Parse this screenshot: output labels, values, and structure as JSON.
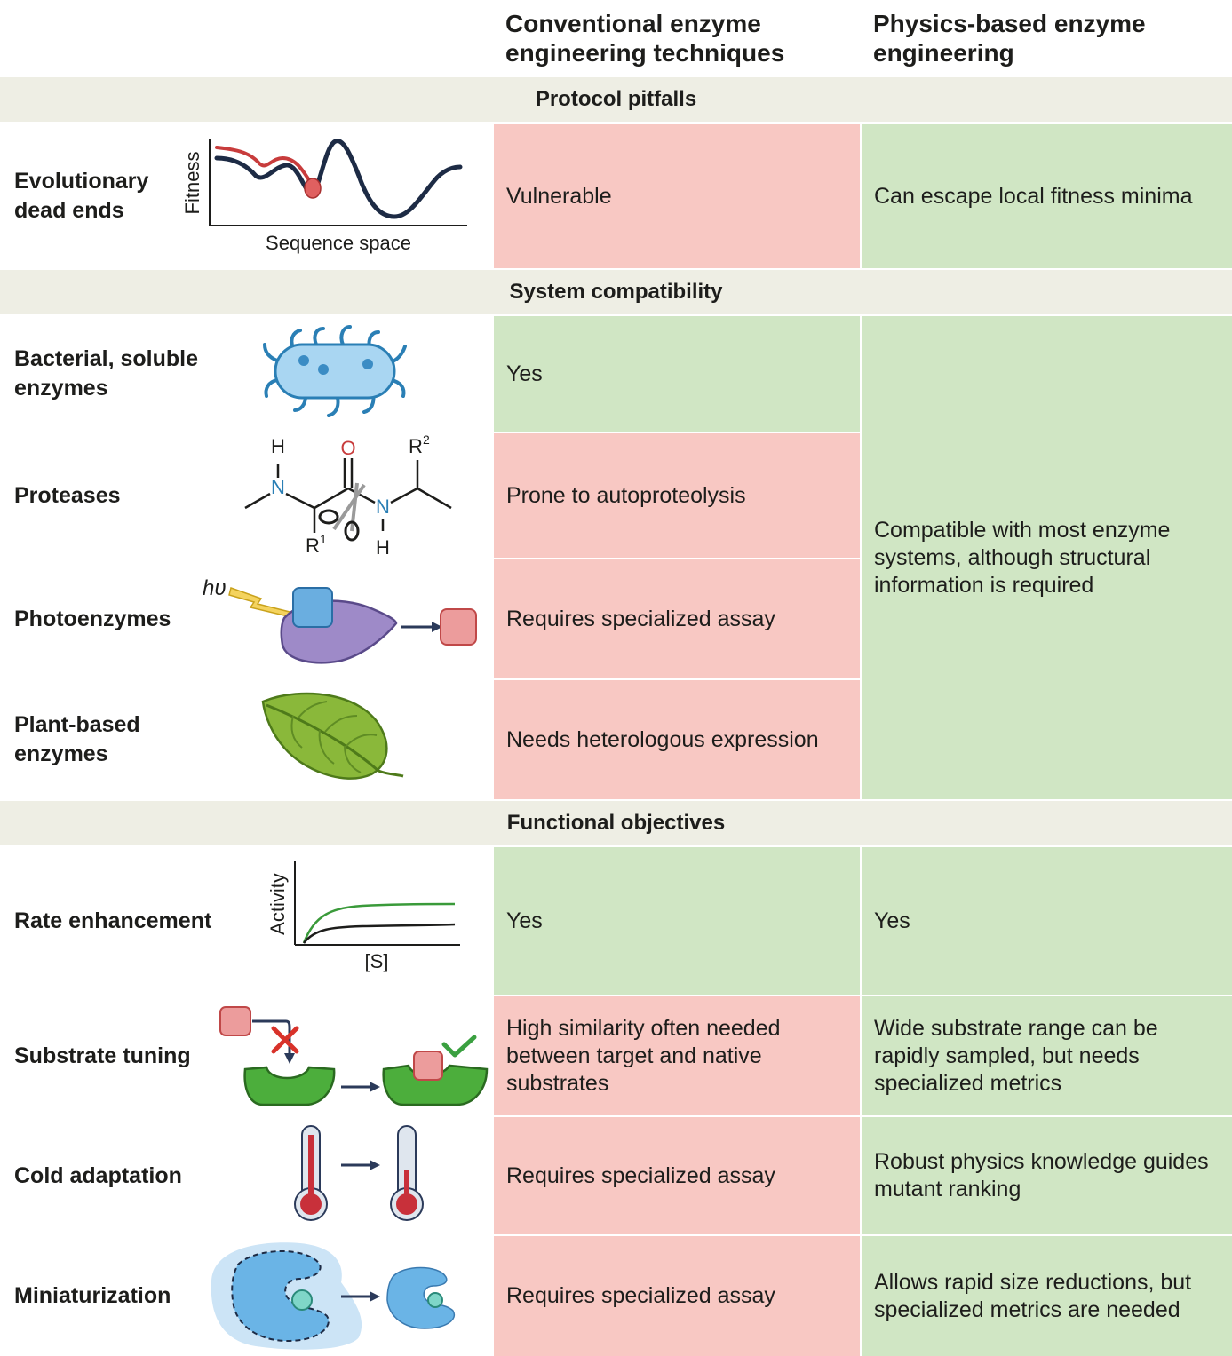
{
  "columns": {
    "conventional": "Conventional enzyme engineering techniques",
    "physics": "Physics-based enzyme engineering"
  },
  "sections": {
    "protocol": "Protocol pitfalls",
    "system": "System compatibility",
    "functional": "Functional objectives"
  },
  "rows": {
    "evolutionary": {
      "label": "Evolutionary dead ends",
      "conventional": "Vulnerable",
      "physics": "Can escape local fitness minima",
      "ylabel": "Fitness",
      "xlabel": "Sequence space"
    },
    "bacterial": {
      "label": "Bacterial, soluble enzymes",
      "conventional": "Yes"
    },
    "proteases": {
      "label": "Proteases",
      "conventional": "Prone to autoproteolysis",
      "atom_h": "H",
      "atom_n": "N",
      "atom_o": "O",
      "atom_r": "R",
      "sup1": "1",
      "sup2": "2"
    },
    "photo": {
      "label": "Photoenzymes",
      "conventional": "Requires specialized assay",
      "hv": "hυ"
    },
    "plant": {
      "label": "Plant-based enzymes",
      "conventional": "Needs heterologous expression"
    },
    "system_physics": "Compatible with most enzyme systems, although structural information is required",
    "rate": {
      "label": "Rate enhancement",
      "conventional": "Yes",
      "physics": "Yes",
      "ylabel": "Activity",
      "xlabel": "[S]"
    },
    "substrate": {
      "label": "Substrate tuning",
      "conventional": "High similarity often needed between target and native substrates",
      "physics": "Wide substrate range can be rapidly sampled, but needs specialized metrics"
    },
    "cold": {
      "label": "Cold adaptation",
      "conventional": "Requires specialized assay",
      "physics": "Robust physics knowledge guides mutant ranking"
    },
    "mini": {
      "label": "Miniaturization",
      "conventional": "Requires specialized assay",
      "physics": "Allows rapid size reductions, but specialized metrics are needed"
    }
  },
  "colors": {
    "red_cell": "#f8c8c3",
    "green_cell": "#d0e6c4",
    "section_bg": "#eeeee4"
  }
}
